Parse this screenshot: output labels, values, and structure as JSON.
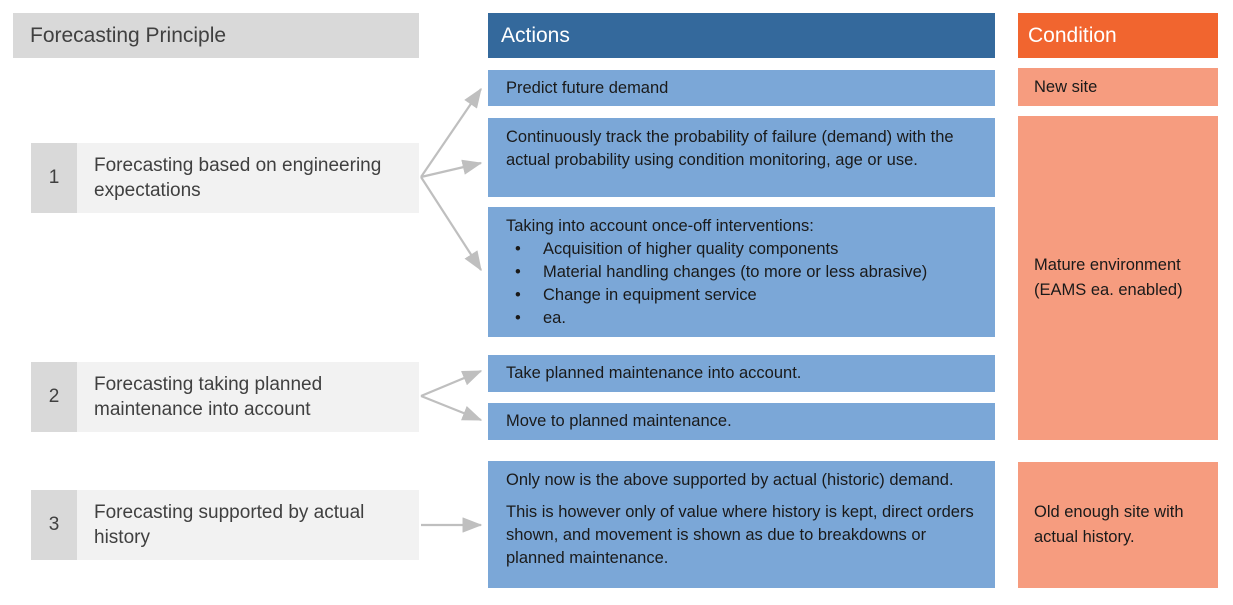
{
  "diagram": {
    "title": "Forecasting Principle / Actions / Condition matrix",
    "colors": {
      "header_gray": "#D9D9D9",
      "row_gray": "#F2F2F2",
      "actions_header_blue": "#34699C",
      "action_blue": "#7BA7D7",
      "condition_header_orange": "#F1652F",
      "condition_salmon": "#F69C7F",
      "arrow_gray": "#BFBFBF",
      "text_dark": "#404040"
    }
  },
  "headers": {
    "principle": "Forecasting Principle",
    "actions": "Actions",
    "condition": "Condition"
  },
  "principles": [
    {
      "number": "1",
      "label": "Forecasting based on engineering expectations"
    },
    {
      "number": "2",
      "label": "Forecasting taking planned maintenance into account"
    },
    {
      "number": "3",
      "label": "Forecasting supported by actual history"
    }
  ],
  "actions": [
    {
      "id": "a1",
      "text": "Predict future demand"
    },
    {
      "id": "a2",
      "text": "Continuously track the probability of failure (demand) with the actual probability using condition monitoring, age or use."
    },
    {
      "id": "a3",
      "text": "Taking into account once-off interventions:",
      "bullet_char": "•",
      "bullets": [
        "Acquisition of  higher quality components",
        "Material handling changes (to more or less abrasive)",
        "Change in equipment service",
        "ea."
      ]
    },
    {
      "id": "a4",
      "text": "Take planned maintenance into account."
    },
    {
      "id": "a5",
      "text": "Move to planned maintenance."
    },
    {
      "id": "a6",
      "paragraphs": [
        "Only now is the above supported by actual (historic) demand.",
        "This is however only of value where history is kept, direct orders shown, and movement is shown as due to breakdowns or planned maintenance."
      ]
    }
  ],
  "conditions": [
    {
      "id": "c1",
      "text": "New site"
    },
    {
      "id": "c2",
      "text": "Mature environment (EAMS ea. enabled)"
    },
    {
      "id": "c3",
      "text": "Old enough site with actual history."
    }
  ]
}
